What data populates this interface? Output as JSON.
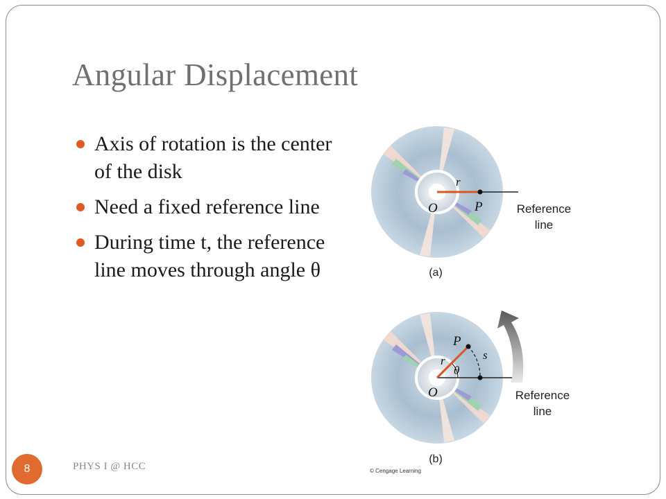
{
  "slide": {
    "title": "Angular Displacement",
    "bullets": [
      "Axis of  rotation is the center of  the disk",
      "Need a fixed reference line",
      "During time t, the reference line moves through angle θ"
    ],
    "footer": "PHYS I @ HCC",
    "page_number": "8"
  },
  "figure": {
    "a": {
      "r_label": "r",
      "o_label": "O",
      "p_label": "P",
      "ref_label_1": "Reference",
      "ref_label_2": "line",
      "caption": "(a)"
    },
    "b": {
      "p_label": "P",
      "r_label": "r",
      "s_label": "s",
      "theta_label": "θ",
      "o_label": "O",
      "ref_label_1": "Reference",
      "ref_label_2": "line",
      "caption": "(b)"
    },
    "copyright": "© Cengage Learning"
  },
  "colors": {
    "bullet": "#e05a26",
    "radius": "#d9561f",
    "badge": "#e06a30",
    "disk": "#a9bed0"
  }
}
